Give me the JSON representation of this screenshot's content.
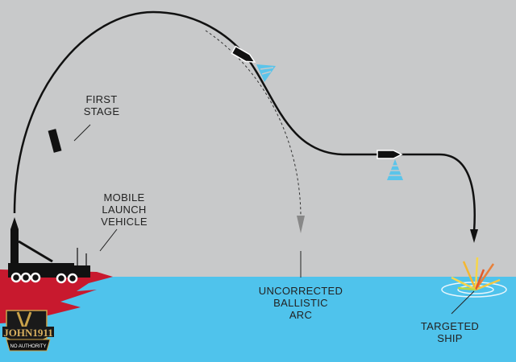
{
  "labels": {
    "first_stage": [
      "FIRST",
      "STAGE"
    ],
    "mobile_launch_vehicle": [
      "MOBILE",
      "LAUNCH",
      "VEHICLE"
    ],
    "uncorrected_ballistic_arc": [
      "UNCORRECTED",
      "BALLISTIC",
      "ARC"
    ],
    "targeted_ship": [
      "TARGETED",
      "SHIP"
    ]
  },
  "logo": {
    "name": "JOHN1911",
    "tagline": "NO AUTHORITY"
  },
  "colors": {
    "sky": "#c8c9ca",
    "water": "#4fc3ec",
    "land": "#c8192e",
    "radar": "#5bc4ea",
    "ink": "#111111"
  }
}
